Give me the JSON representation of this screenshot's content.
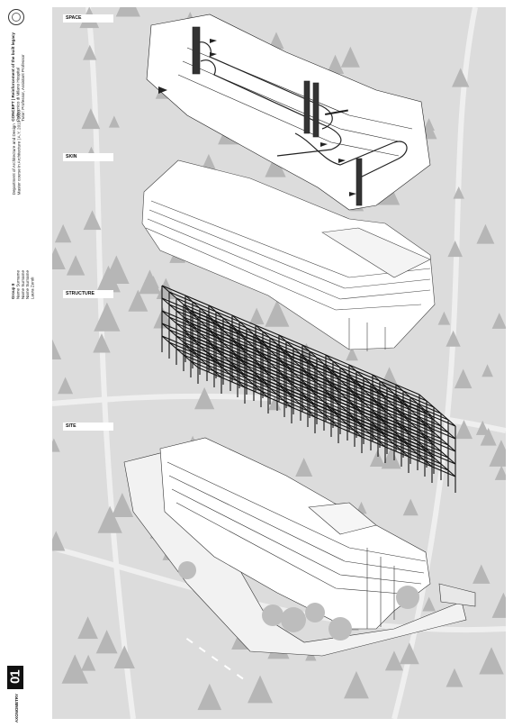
{
  "sidebar": {
    "project_title": "CONCEPT | Reinforcement of the built legacy",
    "project_subtitle": "Politecnico di Milano Hospital",
    "credits_line": "Tutor: Professor, Assistant Professor",
    "department_1": "Department of Architecture and Design",
    "department_2": "Master course in Architecture | A.Y. 2019-2020",
    "group_label": "Group 8",
    "members": [
      "Name Surname",
      "Name Surname",
      "Name Surname",
      "Laura Zeroli"
    ],
    "plate_number": "01",
    "plate_label": "AXONOMETRY"
  },
  "layers": [
    {
      "id": "space",
      "label": "SPACE"
    },
    {
      "id": "skin",
      "label": "SKIN"
    },
    {
      "id": "structure",
      "label": "STRUCTURE"
    },
    {
      "id": "site",
      "label": "SITE"
    }
  ],
  "colors": {
    "ground": "#dcdcdc",
    "trees": "#b8b8b8",
    "lines": "#222222",
    "structure": "#111111",
    "building": "#ffffff"
  }
}
